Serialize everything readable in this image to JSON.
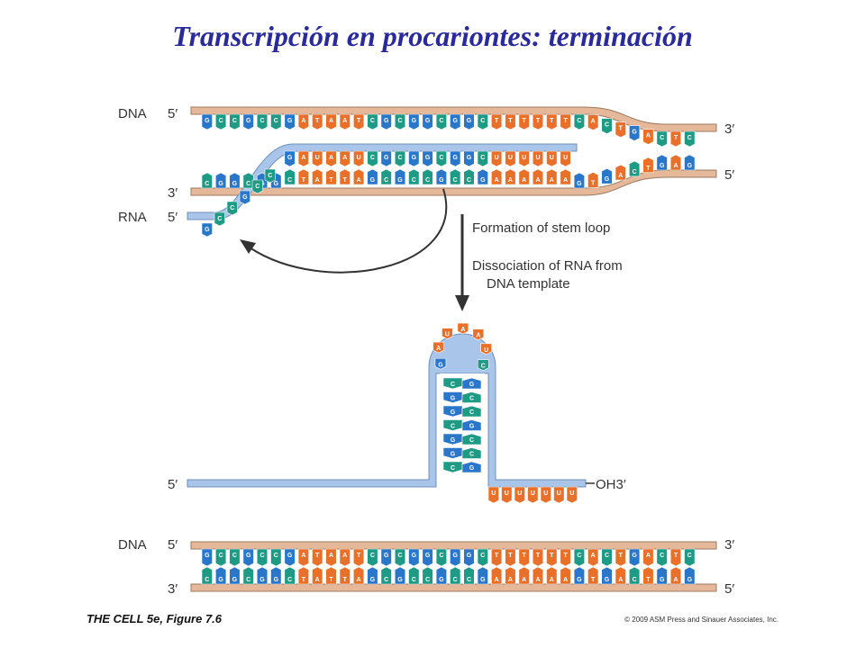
{
  "title": "Transcripción en procariontes: terminación",
  "colors": {
    "G": "#2a76c8",
    "C": "#1f9a85",
    "A": "#e8702a",
    "T": "#e8702a",
    "U": "#e8702a",
    "dna_backbone": "#e6b89a",
    "rna_backbone": "#a9c6ea",
    "arrow": "#333333"
  },
  "top_panel": {
    "dna_label": "DNA",
    "rna_label": "RNA",
    "prime5": "5′",
    "prime3": "3′",
    "coding_strand_bases": "GCCGCCGATAATCGCGGCGGCTTTTTTCACTGACTC",
    "template_strand_bases": "CGGCGGCTATTAGCGCCGCCGAAAAAAGTGACTGAG",
    "rna_bases": "GCCGCCGAUAAUCGCGGCGGCUUUUUU"
  },
  "steps": {
    "step1": "Formation of stem loop",
    "step2_line1": "Dissociation of RNA from",
    "step2_line2": "DNA template"
  },
  "middle_panel": {
    "prime5": "5′",
    "oh3": "OH3′",
    "loop_bases": "GAUAAUC",
    "stem_pairs": [
      [
        "C",
        "G"
      ],
      [
        "G",
        "C"
      ],
      [
        "G",
        "C"
      ],
      [
        "C",
        "G"
      ],
      [
        "G",
        "C"
      ],
      [
        "G",
        "C"
      ],
      [
        "C",
        "G"
      ]
    ],
    "tail_bases": "UUUUUUU"
  },
  "bottom_panel": {
    "dna_label": "DNA",
    "prime5": "5′",
    "prime3": "3′",
    "top_bases": "GCCGCCGATAATCGCGGCGGCTTTTTTCACTGACTC",
    "bottom_bases": "CGGCGGCTATTAGCGCCGCCGAAAAAAGTGACTGAG"
  },
  "footer": {
    "source": "THE CELL 5e, Figure 7.6",
    "copyright": "© 2009 ASM Press and Sinauer Associates, Inc."
  }
}
